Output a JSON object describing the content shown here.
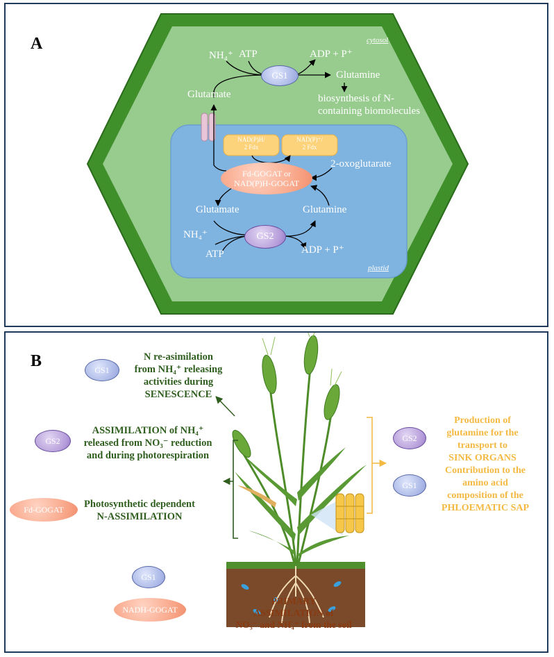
{
  "panel_a": {
    "label": "A",
    "cytosol_label": "cytosol",
    "plastid_label": "plastid",
    "nh4_top": "NH₄⁺",
    "atp_top": "ATP",
    "gs1": "GS1",
    "adp_top": "ADP + P⁺",
    "glutamine_top": "Glutamine",
    "glutamate_top": "Glutamate",
    "biosynthesis_line1": "biosynthesis of N-",
    "biosynthesis_line2": "containing biomolecules",
    "nadph_line1": "NAD(P)H/",
    "nadph_line2": "2 Fdx",
    "nadp_line1": "NAD(P)⁺/",
    "nadp_line2": "2 Fdx",
    "gogat_line1": "Fd-GOGAT or",
    "gogat_line2": "NAD(P)H-GOGAT",
    "oxoglutarate": "2-oxoglutarate",
    "glutamate_bottom": "Glutamate",
    "glutamine_bottom": "Glutamine",
    "nh4_bottom": "NH₄⁺",
    "atp_bottom": "ATP",
    "gs2": "GS2",
    "adp_bottom": "ADP + P⁺"
  },
  "panel_b": {
    "label": "B",
    "gs1_a": "GS1",
    "senescence_l1": "N re-asimilation",
    "senescence_l2": "from NH₄⁺ releasing",
    "senescence_l3": "activities during",
    "senescence_l4": "SENESCENCE",
    "gs2_a": "GS2",
    "assim_l1": "ASSIMILATION of NH₄⁺",
    "assim_l2": "released from NO₃⁻ reduction",
    "assim_l3": "and during photorespiration",
    "fdgogat": "Fd-GOGAT",
    "photo_l1": "Photosynthetic dependent",
    "photo_l2": "N-ASSIMILATION",
    "gs1_b": "GS1",
    "nadhgogat": "NADH-GOGAT",
    "primary_l1": "PRIMARY",
    "primary_l2": "ASSIMILATION of",
    "primary_l3": "NO₃⁻ and NH₄⁺ from the soil",
    "gs2_b": "GS2",
    "prod_l1": "Production of",
    "prod_l2": "glutamine for the",
    "prod_l3": "transport to",
    "prod_l4": "SINK ORGANS",
    "gs1_c": "GS1",
    "contrib_l1": "Contribution to the",
    "contrib_l2": "amino acid",
    "contrib_l3": "composition of the",
    "contrib_l4": "PHLOEMATIC SAP"
  }
}
